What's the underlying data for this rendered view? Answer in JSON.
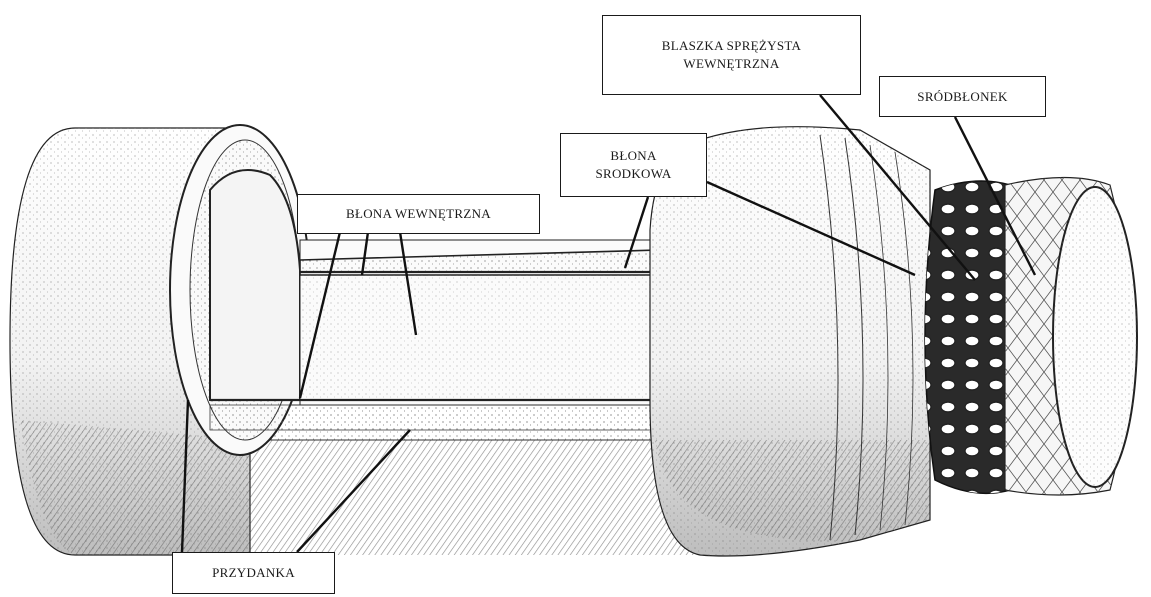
{
  "labels": {
    "przydanka": {
      "text": "PRZYDANKA"
    },
    "blona_wewnetrzna": {
      "text": "BŁONA WEWNĘTRZNA"
    },
    "blona_srodkowa": {
      "line1": "BŁONA",
      "line2": "SRODKOWA"
    },
    "blaszka": {
      "line1": "BLASZKA SPRĘŻYSTA",
      "line2": "WEWNĘTRZNA"
    },
    "srodblonek": {
      "text": "SRÓDBŁONEK"
    }
  },
  "colors": {
    "ink": "#1a1a1a",
    "paper": "#ffffff",
    "shade": "#8a8a8a"
  }
}
